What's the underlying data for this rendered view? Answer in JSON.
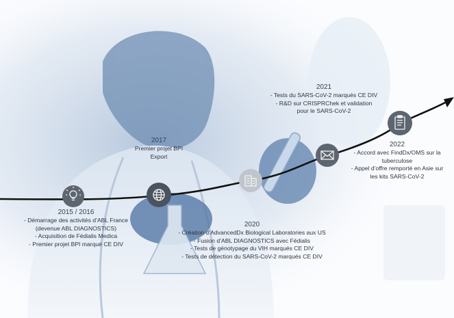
{
  "colors": {
    "background": "#ffffff",
    "photo_tint": "#7f9cc0",
    "timeline_line": "#111111",
    "node_fill": "#5d6570",
    "text": "#2e3440"
  },
  "milestones": [
    {
      "year": "2015 / 2016",
      "icon": "lightbulb-icon",
      "lines": [
        "- Démarrage des activités d’ABL France",
        "(devenue ABL DIAGNOSTICS)",
        "- Acquisition de Fédialis Medica",
        "- Premier projet BPI marqué CE DIV"
      ]
    },
    {
      "year": "2017",
      "icon": "globe-icon",
      "lines": [
        "Premier projet BPI",
        "Export"
      ]
    },
    {
      "year": "2020",
      "icon": "building-icon",
      "lines": [
        "- Création d’AdvancedDx Biological Laboratories aux US",
        "- Fusion d’ABL DIAGNOSTICS avec Fédialis",
        "- Tests de génotypage du VIH marqués CE DIV",
        "- Tests de détection du SARS-CoV-2 marqués CE DIV"
      ]
    },
    {
      "year": "2021",
      "icon": "envelope-icon",
      "lines": [
        "- Tests du SARS-CoV-2 marqués CE DIV",
        "- R&D sur CRISPRChek et validation",
        "pour le SARS-CoV-2"
      ]
    },
    {
      "year": "2022",
      "icon": "document-icon",
      "lines": [
        "- Accord avec FindDx/OMS sur la",
        "tuberculose",
        "- Appel d’offre remporté en Asie sur",
        "les kits SARS-CoV-2"
      ]
    }
  ]
}
